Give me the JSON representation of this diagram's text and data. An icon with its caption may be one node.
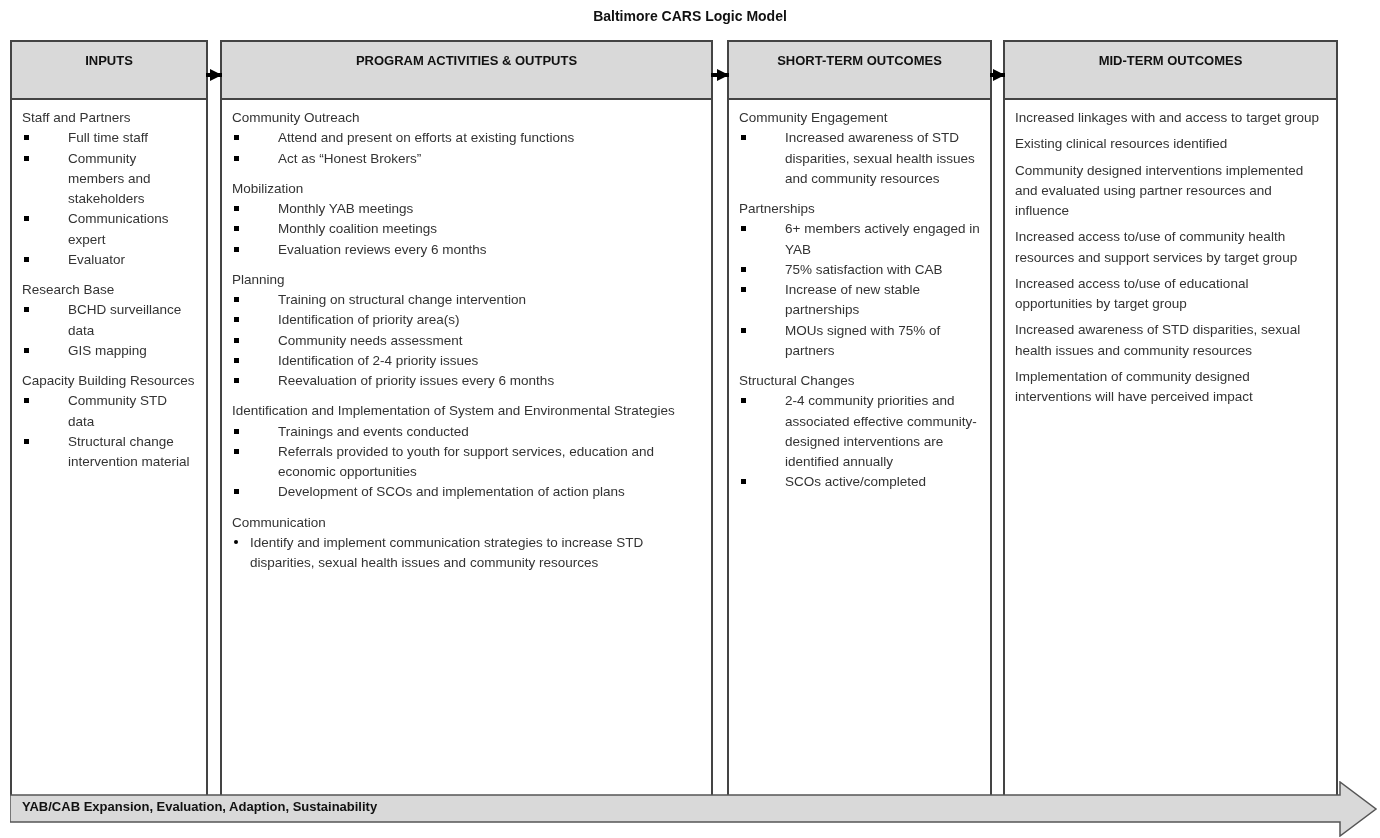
{
  "diagram": {
    "title": "Baltimore CARS Logic Model",
    "nodes": [
      {
        "text": [
          "INPUTS"
        ]
      },
      {
        "text": [
          "Staff and Partners",
          "Full time staff",
          "Community members and stakeholders",
          "Communications expert",
          "Evaluator"
        ],
        "in": 0
      },
      {
        "text": [
          "Research Base",
          "BCHD surveillance data",
          "GIS mapping"
        ],
        "in": 0
      },
      {
        "text": [
          "Capacity Building Resources",
          "Community STD data",
          "Structural change intervention material"
        ],
        "in": 0
      },
      {
        "text": [
          "PROGRAM ACTIVITIES & OUTPUTS"
        ]
      },
      {
        "text": [
          "Community Outreach",
          "Attend and present on efforts at existing functions",
          "Act as “Honest Brokers”"
        ],
        "in": 4
      },
      {
        "text": [
          "Mobilization",
          "Monthly YAB meetings",
          "Monthly coalition meetings",
          "Evaluation reviews every 6 months"
        ],
        "in": 4
      },
      {
        "text": [
          "Planning",
          "Training on structural change intervention",
          "Identification of priority area(s)",
          "Community needs assessment",
          "Identification of 2-4 priority issues",
          "Reevaluation of priority issues every 6 months"
        ],
        "in": 4
      },
      {
        "text": [
          "Identification and Implementation of System and Environmental Strategies",
          "Trainings and events conducted",
          "Referrals provided to youth for support services, education and economic opportunities",
          "Development of SCOs and implementation of action plans"
        ],
        "in": 4
      },
      {
        "text": [
          "Communication",
          "Identify and implement communication strategies to increase STD disparities, sexual health issues and community resources"
        ],
        "in": 4
      },
      {
        "text": [
          "SHORT-TERM OUTCOMES"
        ]
      },
      {
        "text": [
          "Community Engagement",
          "Increased awareness of STD disparities, sexual health issues and community resources"
        ],
        "in": 10
      },
      {
        "text": [
          "Partnerships",
          "6+ members actively engaged in YAB",
          "75% satisfaction with CAB",
          "Increase of new stable partnerships",
          "MOUs signed with 75% of partners"
        ],
        "in": 10
      },
      {
        "text": [
          "Structural Changes",
          "2-4 community priorities and associated effective community-designed interventions are identified annually",
          "SCOs active/completed"
        ],
        "in": 10
      },
      {
        "text": [
          "MID-TERM OUTCOMES",
          "Increased linkages with and access to target group",
          "Existing clinical resources identified",
          "Community designed interventions implemented and evaluated using partner resources and influence",
          "Increased access to/use of community health resources and support services by target group",
          "Increased access to/use of educational opportunities by target group",
          "Increased awareness of STD disparities, sexual health issues and community resources",
          "Implementation of community designed interventions will have perceived impact"
        ]
      },
      {
        "text": [
          "YAB/CAB Expansion, Evaluation, Adaption, Sustainability"
        ]
      }
    ],
    "edges": [
      {
        "from": 0,
        "to": 4,
        "arrow": "to"
      },
      {
        "from": 4,
        "to": 10,
        "arrow": "to"
      },
      {
        "from": 10,
        "to": 14,
        "arrow": "to"
      }
    ]
  }
}
